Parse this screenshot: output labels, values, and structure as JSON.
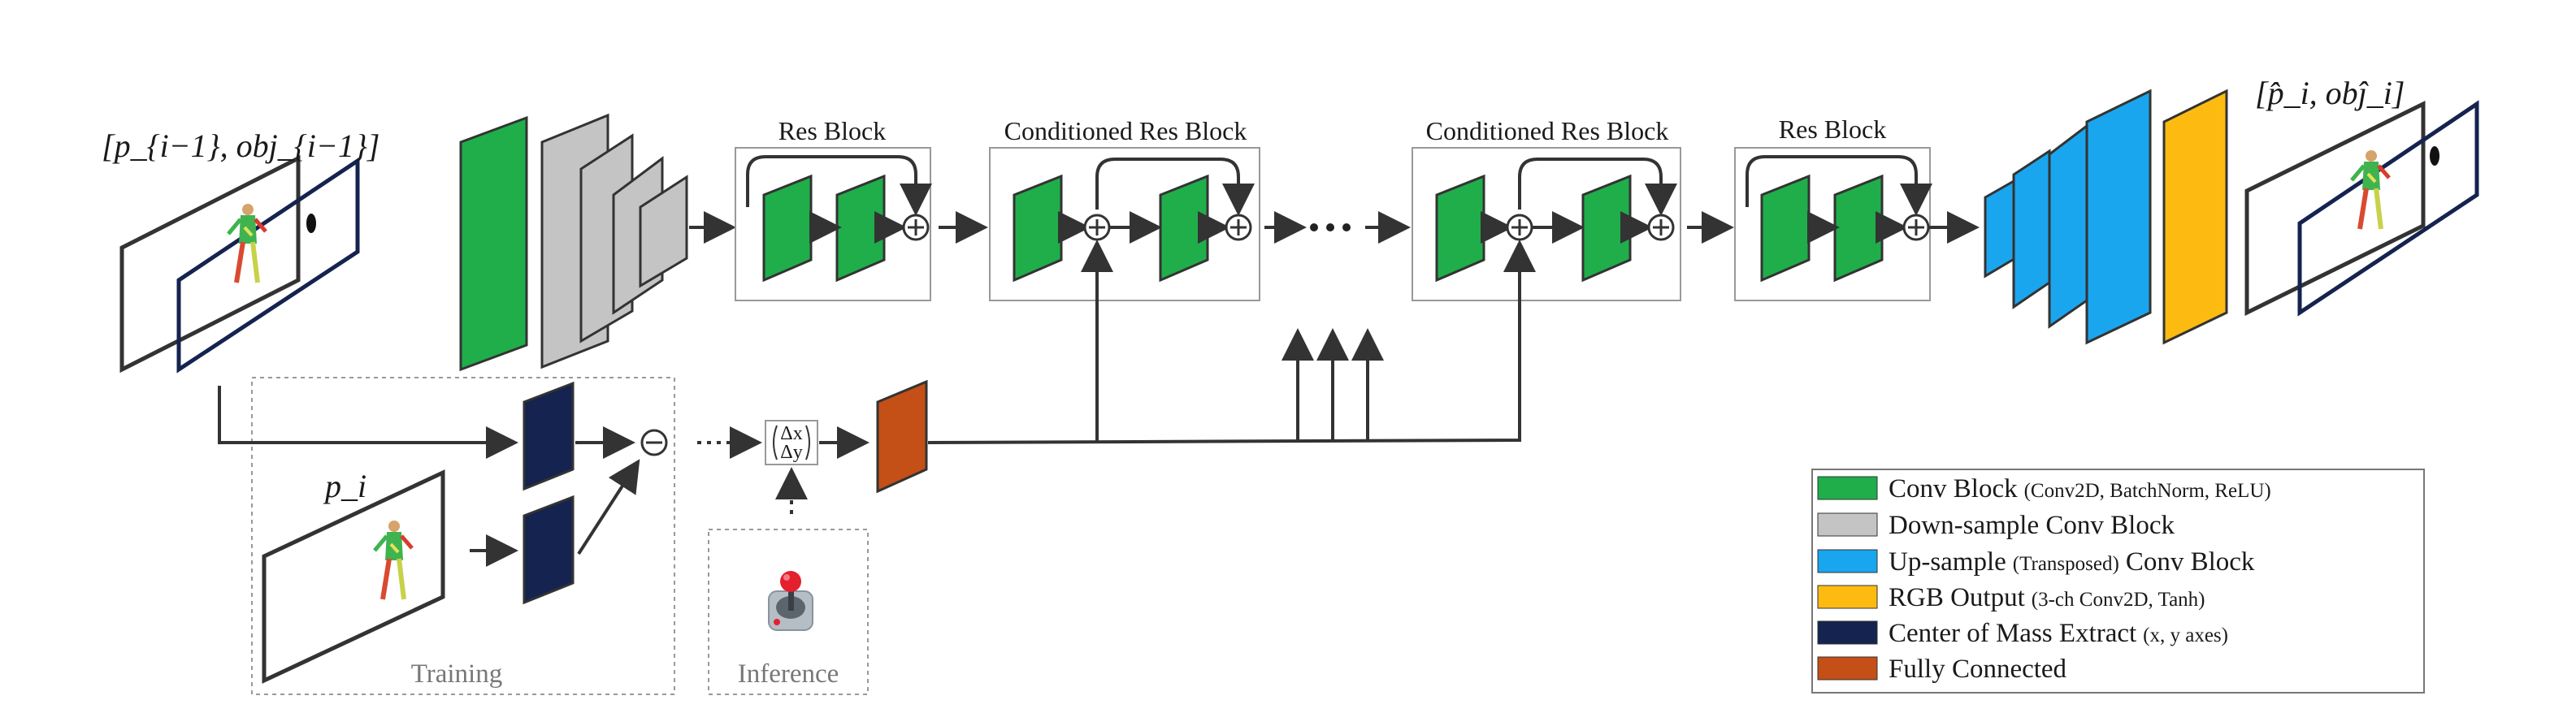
{
  "colors": {
    "conv": "#1fae4a",
    "downsample": "#c4c4c4",
    "upsample": "#1aa6ee",
    "rgb_output": "#fdbb12",
    "com_extract": "#14234f",
    "fully_connected": "#c44f17",
    "outline": "#333333",
    "box_border": "#999999"
  },
  "labels": {
    "input_label": "[p_{i−1}, obj_{i−1}]",
    "output_label": "[p̂_i, obĵ_i]",
    "pose_label": "p_i",
    "res_block_1": "Res Block",
    "cond_res_block_1": "Conditioned Res Block",
    "cond_res_block_2": "Conditioned Res Block",
    "res_block_2": "Res Block",
    "training": "Training",
    "inference": "Inference",
    "delta_x": "Δx",
    "delta_y": "Δy"
  },
  "legend": [
    {
      "key": "conv",
      "main": "Conv Block",
      "sub": "(Conv2D, BatchNorm, ReLU)"
    },
    {
      "key": "downsample",
      "main": "Down-sample Conv Block",
      "sub": ""
    },
    {
      "key": "upsample",
      "main": "Up-sample",
      "sub": "(Transposed)",
      "main2": "Conv Block"
    },
    {
      "key": "rgb_output",
      "main": "RGB Output",
      "sub": "(3-ch Conv2D, Tanh)"
    },
    {
      "key": "com_extract",
      "main": "Center of Mass Extract",
      "sub": "(x, y axes)"
    },
    {
      "key": "fully_connected",
      "main": "Fully Connected",
      "sub": ""
    }
  ]
}
